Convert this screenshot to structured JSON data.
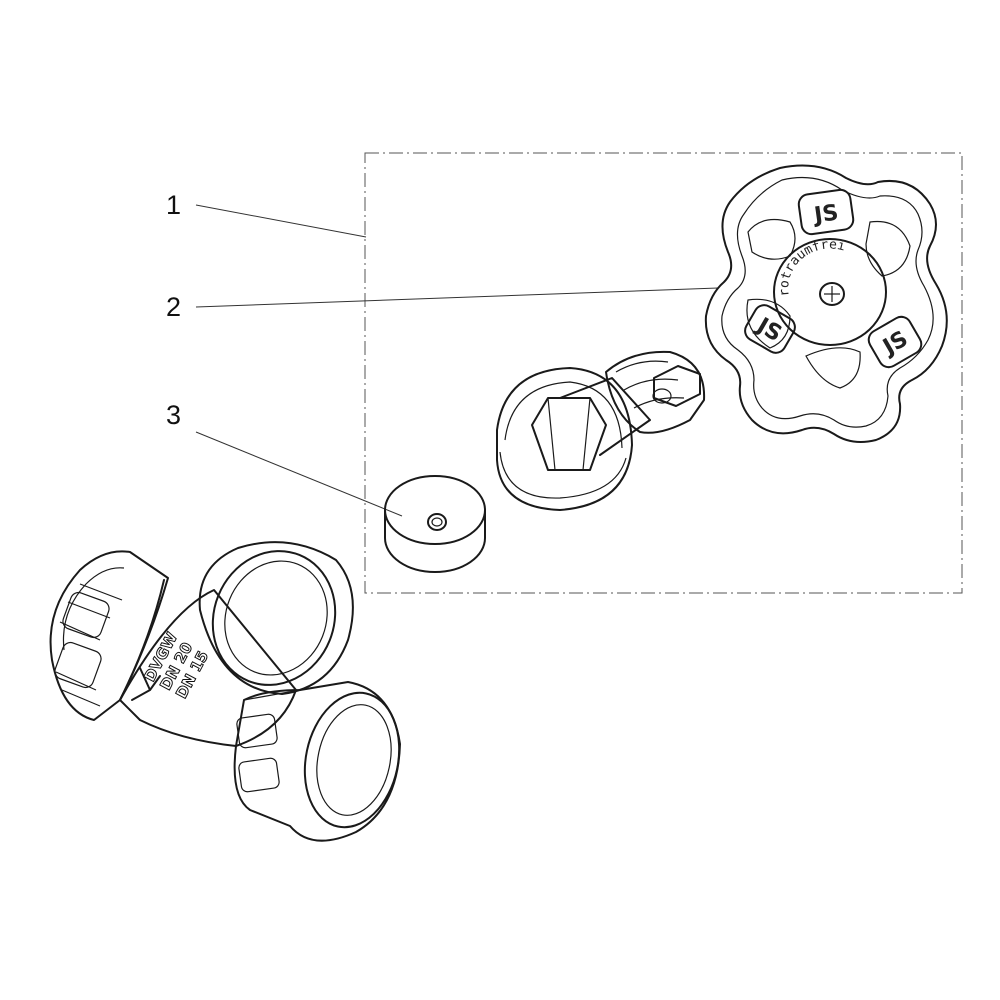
{
  "callouts": [
    {
      "number": "1",
      "target": "kit-frame"
    },
    {
      "number": "2",
      "target": "handwheel"
    },
    {
      "number": "3",
      "target": "washer-disc"
    }
  ],
  "handwheel": {
    "hub_text": "rotraumfrei",
    "logo_text": "JS"
  },
  "valve_body": {
    "marking_lines": [
      "DVGW",
      "DN 20",
      "DN 15"
    ]
  }
}
